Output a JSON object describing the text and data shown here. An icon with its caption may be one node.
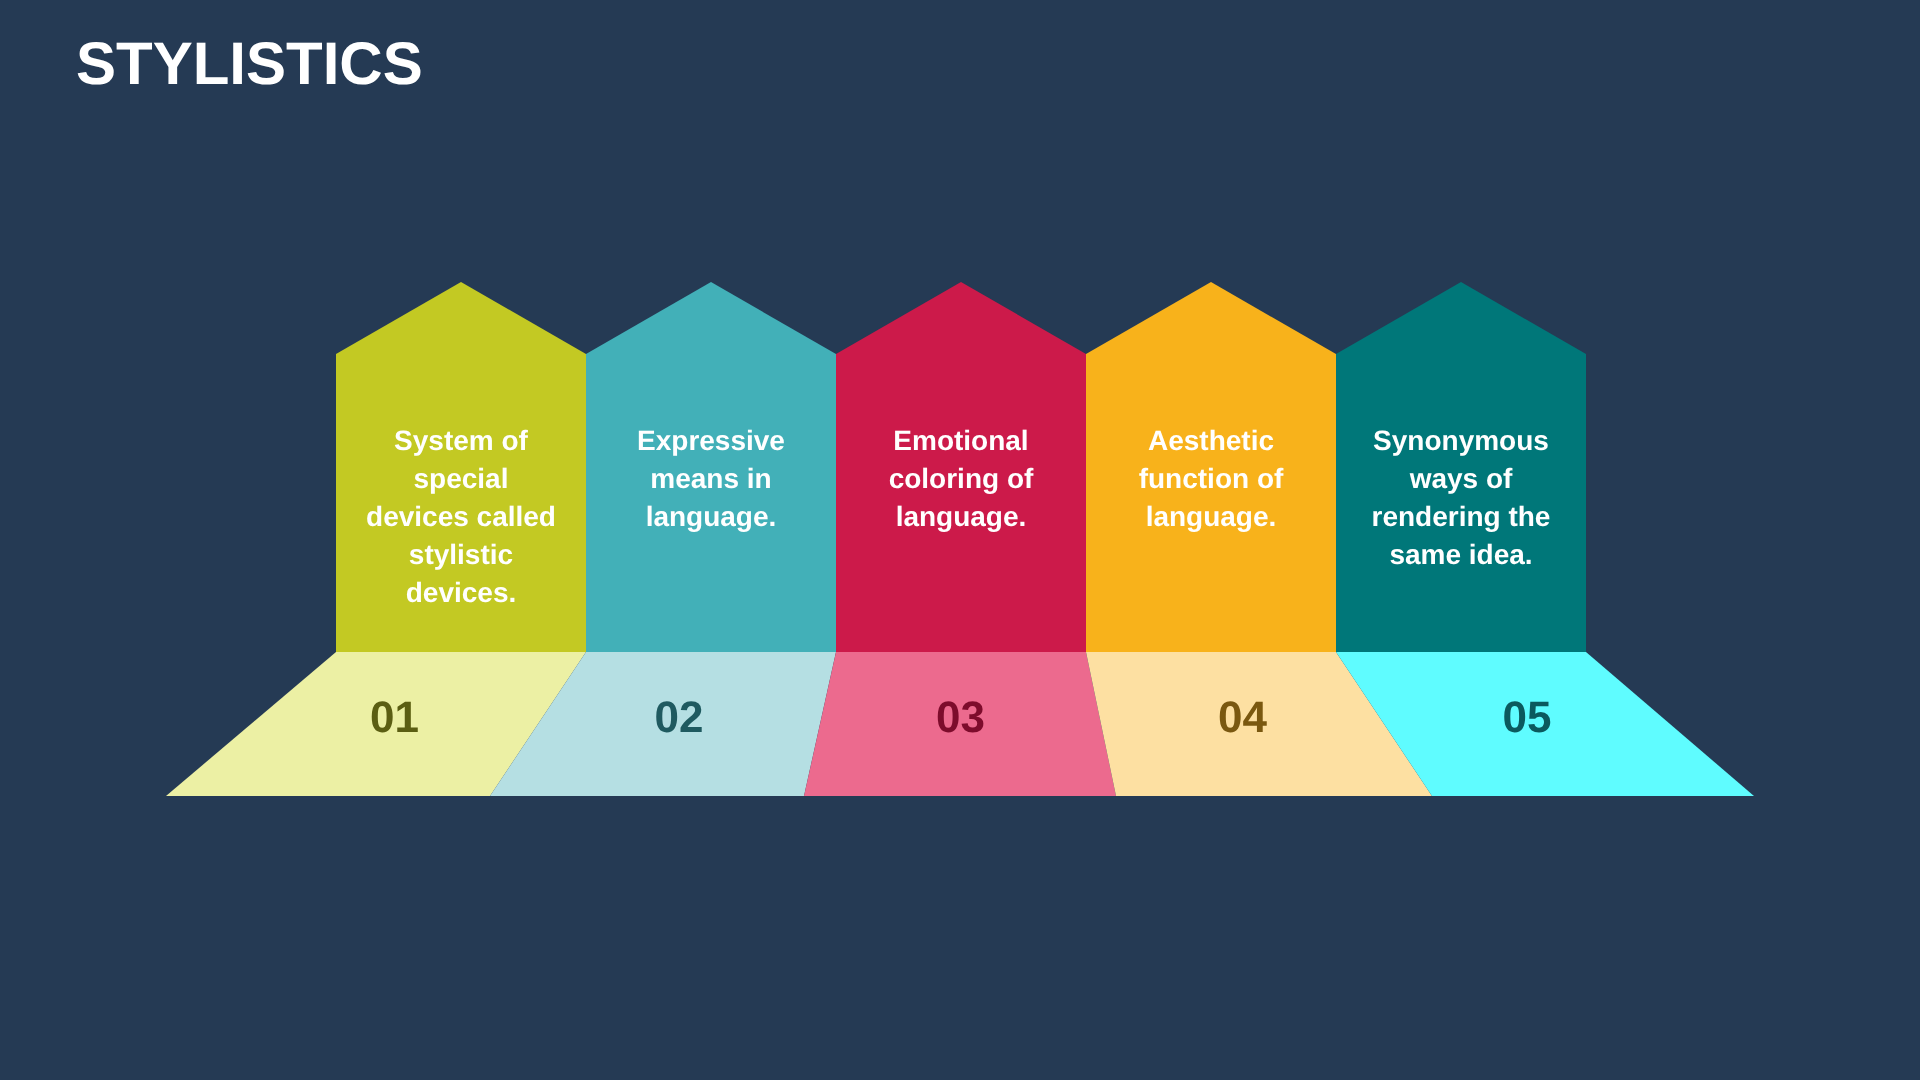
{
  "diagram": {
    "title": "STYLISTICS",
    "nodes": [
      {
        "text": [
          "System of special devices called stylistic devices."
        ]
      },
      {
        "text": [
          "Expressive means in language."
        ]
      },
      {
        "text": [
          "Emotional coloring of language."
        ]
      },
      {
        "text": [
          "Aesthetic function of language."
        ]
      },
      {
        "text": [
          "Synonymous ways of rendering the same idea."
        ]
      },
      {
        "text": [
          "01"
        ]
      },
      {
        "text": [
          "02"
        ]
      },
      {
        "text": [
          "03"
        ]
      },
      {
        "text": [
          "04"
        ]
      },
      {
        "text": [
          "05"
        ]
      }
    ]
  }
}
